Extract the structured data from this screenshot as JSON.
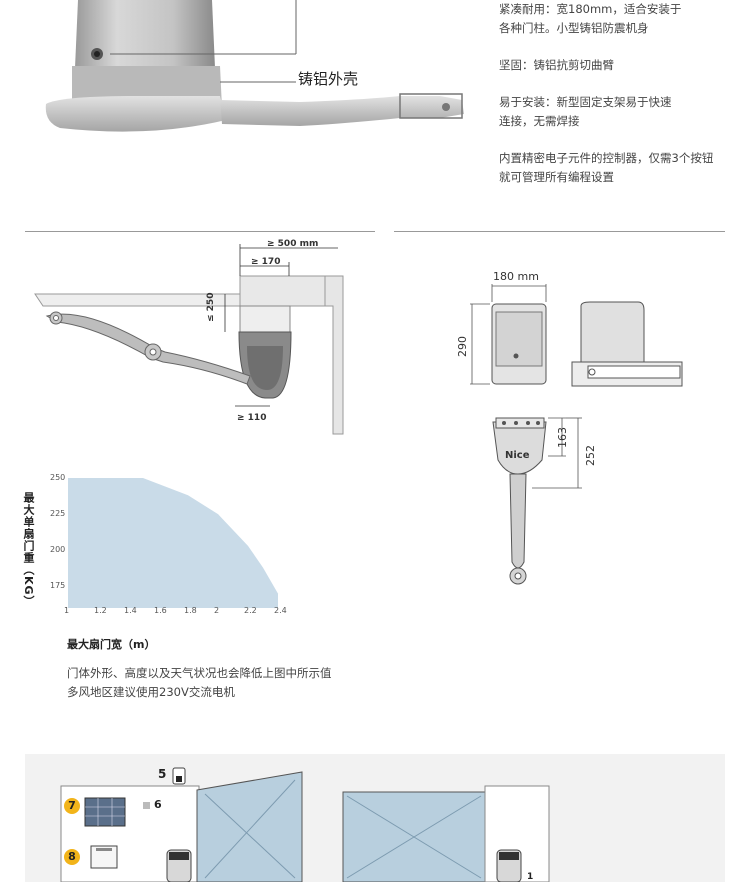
{
  "callout": {
    "label": "铸铝外壳"
  },
  "features": [
    {
      "lines": [
        "紧凑耐用：宽180mm，适合安装于",
        "各种门柱。小型铸铝防震机身"
      ]
    },
    {
      "lines": [
        "坚固：铸铝抗剪切曲臂"
      ]
    },
    {
      "lines": [
        "易于安装：新型固定支架易于快速",
        "连接，无需焊接"
      ]
    },
    {
      "lines": [
        "内置精密电子元件的控制器，仅需3个按钮",
        "就可管理所有编程设置"
      ]
    }
  ],
  "install_diagram": {
    "dims": [
      "≥ 500 mm",
      "≥ 170",
      "≤ 250",
      "≥ 110"
    ]
  },
  "dimension_diagram": {
    "width": "180 mm",
    "height": "290",
    "arm_dims": [
      "163",
      "252"
    ],
    "brand": "Nice"
  },
  "chart_data": {
    "type": "area",
    "x_ticks": [
      "1",
      "1.2",
      "1.4",
      "1.6",
      "1.8",
      "2",
      "2.2",
      "2.4"
    ],
    "y_ticks": [
      "250",
      "225",
      "200",
      "175"
    ],
    "x": [
      1.0,
      1.5,
      1.8,
      2.0,
      2.2,
      2.3,
      2.4
    ],
    "y": [
      250,
      250,
      238,
      225,
      203,
      188,
      170
    ],
    "xlim": [
      1.0,
      2.4
    ],
    "ylim": [
      160,
      250
    ],
    "xlabel": "最大扇门宽（m）",
    "ylabel": "最大单扇门重（KG）",
    "fill_color": "#c9dbe8"
  },
  "notes": [
    "门体外形、高度以及天气状况也会降低上图中所示值",
    "多风地区建议使用230V交流电机"
  ],
  "system_diagram": {
    "items": [
      {
        "num": "5",
        "badge": false
      },
      {
        "num": "6",
        "badge": false
      },
      {
        "num": "7",
        "badge": true
      },
      {
        "num": "8",
        "badge": true
      },
      {
        "num": "1",
        "badge": false
      }
    ],
    "badge_color": "#f2b41a"
  }
}
